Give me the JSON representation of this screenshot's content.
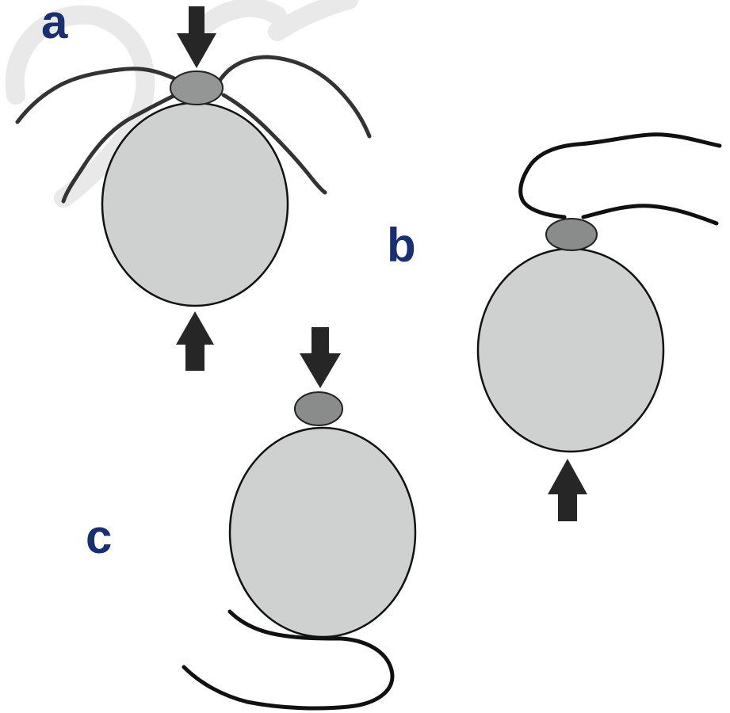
{
  "panels": [
    {
      "id": "a",
      "label": "a",
      "arrows": [
        "top",
        "bottom"
      ],
      "flagella": 4
    },
    {
      "id": "b",
      "label": "b",
      "arrows": [
        "bottom"
      ],
      "flagella": 2
    },
    {
      "id": "c",
      "label": "c",
      "arrows": [
        "top"
      ],
      "flagella": 1
    }
  ],
  "colors": {
    "label": "#1a2f6e",
    "cell_fill": "#cfd0d0",
    "cap_fill": "#8a8b8b",
    "cap_fill_a": "#949595",
    "arrow": "#262626",
    "watermark": "#e9e9e9"
  },
  "icons": {
    "arrow_down": "down-arrow-icon",
    "arrow_up": "up-arrow-icon"
  }
}
